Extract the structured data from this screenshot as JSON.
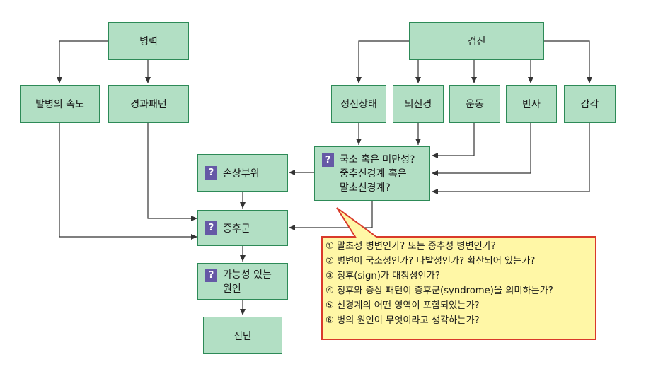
{
  "diagram": {
    "nodes": {
      "history": "병력",
      "exam": "검진",
      "onset_speed": "발병의 속도",
      "course_pattern": "경과패턴",
      "mental_status": "정신상태",
      "cranial_nerves": "뇌신경",
      "motor": "운동",
      "reflex": "반사",
      "sensory": "감각",
      "localization_line1": "국소 혹은 미만성?",
      "localization_line2": "중추신경계 혹은",
      "localization_line3": "말초신경계?",
      "lesion_site": "손상부위",
      "syndrome": "증후군",
      "cause_line1": "가능성 있는",
      "cause_line2": "원인",
      "diagnosis": "진단"
    },
    "question_mark": "?",
    "questions": [
      "① 말초성 병변인가? 또는 중추성 병변인가?",
      "② 병변이 국소성인가? 다발성인가? 확산되어 있는가?",
      "③ 징후(sign)가 대칭성인가?",
      "④ 징후와 증상 패턴이 증후군(syndrome)을 의미하는가?",
      "⑤ 신경계의 어떤 영역이 포함되었는가?",
      "⑥ 병의 원인이 무엇이라고 생각하는가?"
    ],
    "colors": {
      "box_fill": "#b2dfc4",
      "box_border": "#2d8a57",
      "question_badge": "#6559a6",
      "callout_fill": "#fff7a6",
      "callout_border": "#d93a2b",
      "arrow": "#333333"
    }
  }
}
